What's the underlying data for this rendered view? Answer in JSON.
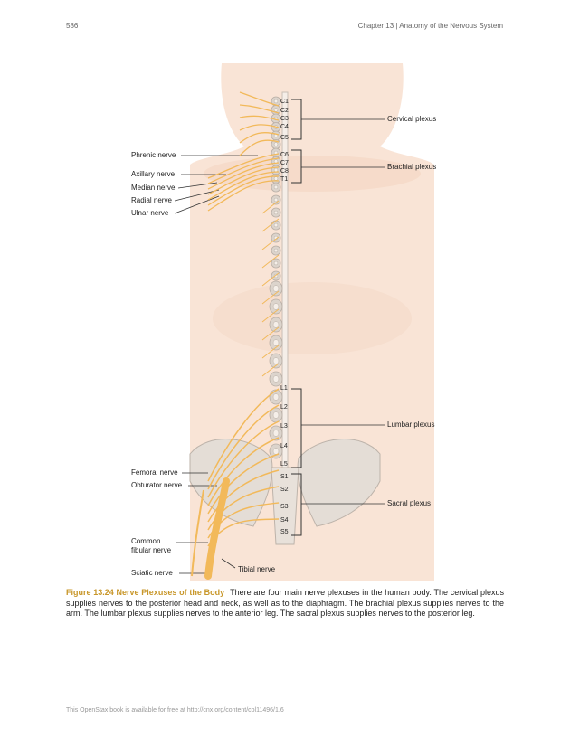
{
  "header": {
    "page_number": "586",
    "chapter": "Chapter 13 | Anatomy of the Nervous System"
  },
  "figure": {
    "left_labels": {
      "phrenic": "Phrenic nerve",
      "axillary": "Axillary nerve",
      "median": "Median nerve",
      "radial": "Radial nerve",
      "ulnar": "Ulnar nerve",
      "femoral": "Femoral nerve",
      "obturator": "Obturator nerve",
      "common_fibular_1": "Common",
      "common_fibular_2": "fibular nerve",
      "sciatic": "Sciatic nerve",
      "tibial": "Tibial nerve"
    },
    "right_labels": {
      "cervical": "Cervical plexus",
      "brachial": "Brachial plexus",
      "lumbar": "Lumbar plexus",
      "sacral": "Sacral plexus"
    },
    "vertebra_labels": {
      "c1": "C1",
      "c2": "C2",
      "c3": "C3",
      "c4": "C4",
      "c5": "C5",
      "c6": "C6",
      "c7": "C7",
      "c8": "C8",
      "t1": "T1",
      "l1": "L1",
      "l2": "L2",
      "l3": "L3",
      "l4": "L4",
      "l5": "L5",
      "s1": "S1",
      "s2": "S2",
      "s3": "S3",
      "s4": "S4",
      "s5": "S5"
    },
    "colors": {
      "skin": "#f9e4d6",
      "nerve": "#f2b95a",
      "bone": "#dcd4cc",
      "accent": "#c8972a"
    }
  },
  "caption": {
    "title": "Figure 13.24 Nerve Plexuses of the Body",
    "text": "There are four main nerve plexuses in the human body. The cervical plexus supplies nerves to the posterior head and neck, as well as to the diaphragm. The brachial plexus supplies nerves to the arm. The lumbar plexus supplies nerves to the anterior leg. The sacral plexus supplies nerves to the posterior leg."
  },
  "footer": {
    "text": "This OpenStax book is available for free at http://cnx.org/content/col11496/1.6"
  }
}
